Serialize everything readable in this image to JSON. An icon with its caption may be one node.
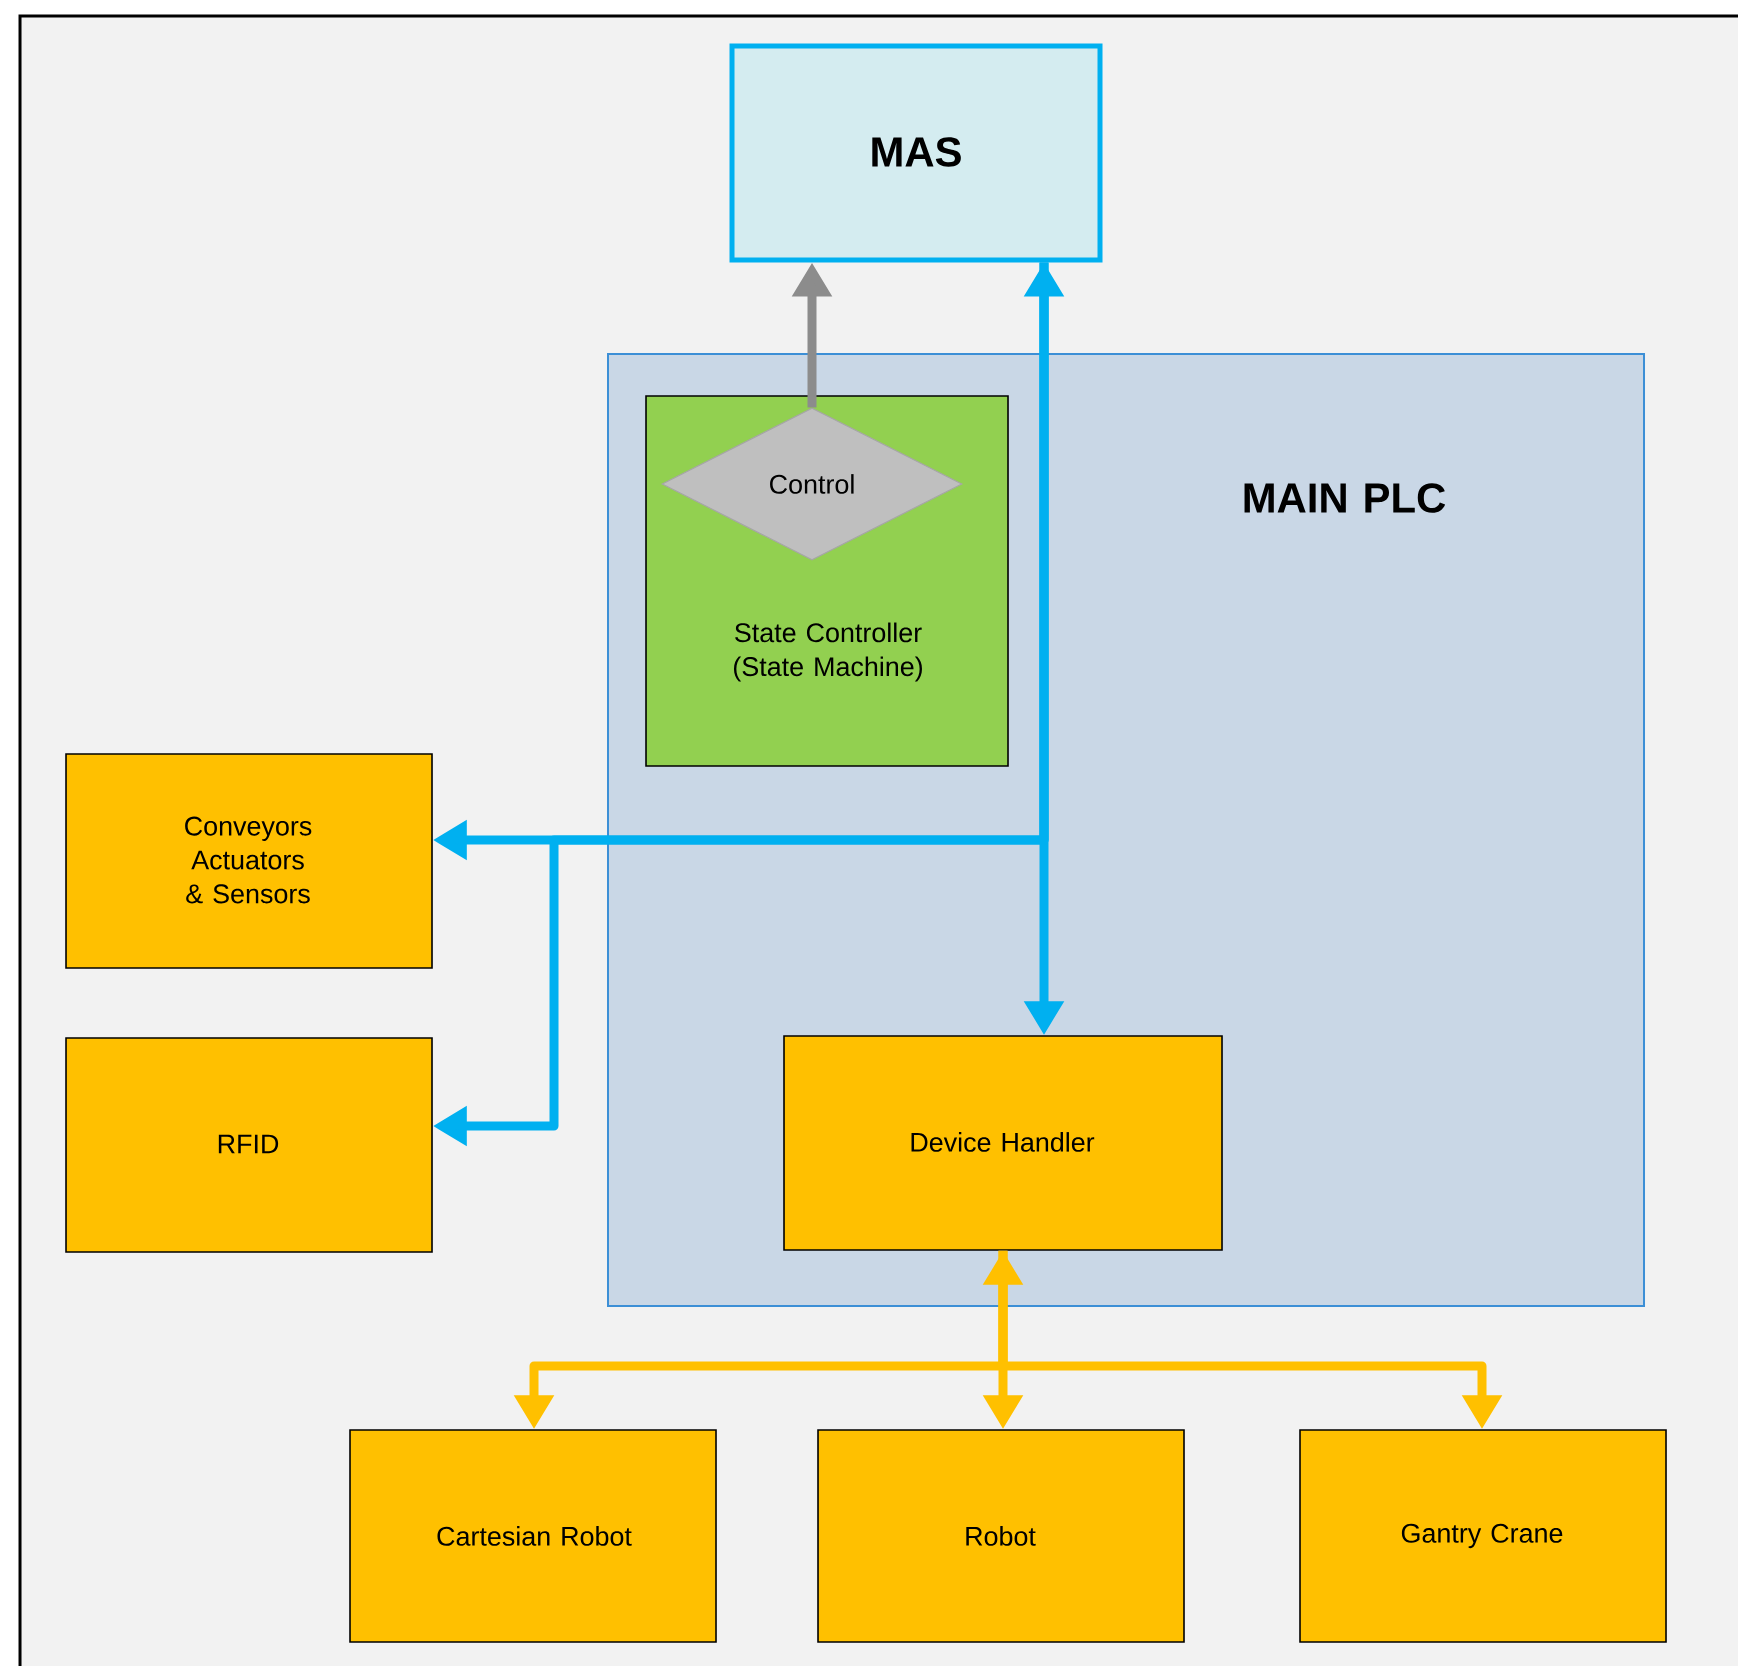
{
  "diagram": {
    "nodes": [
      {
        "text": [
          "MAS"
        ]
      },
      {
        "text": [
          "MAIN PLC"
        ]
      },
      {
        "text": [
          "State Controller (State Machine)"
        ],
        "in": 1
      },
      {
        "text": [
          "Control"
        ],
        "in": 2
      },
      {
        "text": [
          "Conveyors Actuators & Sensors"
        ]
      },
      {
        "text": [
          "RFID"
        ]
      },
      {
        "text": [
          "Device Handler"
        ],
        "in": 1
      },
      {
        "text": [
          "Cartesian Robot"
        ]
      },
      {
        "text": [
          "Robot"
        ]
      },
      {
        "text": [
          "Gantry Crane"
        ]
      }
    ],
    "edges": [
      {
        "from": 3,
        "to": 0,
        "arrow": "to",
        "color": "#8c8c8c"
      },
      {
        "from": 0,
        "to": 6,
        "arrow": "both",
        "color": "#00b0f0"
      },
      {
        "from": 0,
        "to": 4,
        "arrow": "to",
        "color": "#00b0f0"
      },
      {
        "from": 0,
        "to": 5,
        "arrow": "to",
        "color": "#00b0f0"
      },
      {
        "from": 6,
        "to": 7,
        "arrow": "to",
        "color": "#ffc000"
      },
      {
        "from": 6,
        "to": 8,
        "arrow": "both",
        "color": "#ffc000"
      },
      {
        "from": 6,
        "to": 9,
        "arrow": "to",
        "color": "#ffc000"
      }
    ]
  }
}
